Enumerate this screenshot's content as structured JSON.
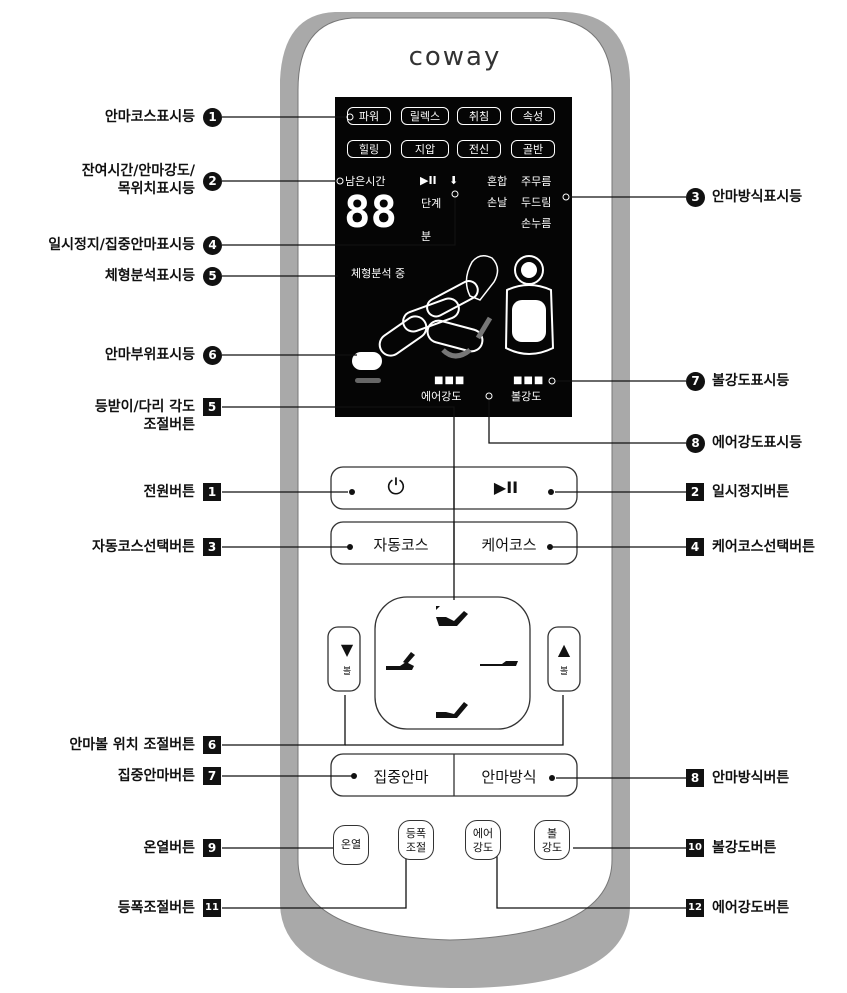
{
  "brand": "coway",
  "lcd": {
    "course_buttons_row1": [
      "파워",
      "릴렉스",
      "취침",
      "속성"
    ],
    "course_buttons_row2": [
      "힐링",
      "지압",
      "전신",
      "골반"
    ],
    "remaining_time_label": "남은시간",
    "pause_symbol": "▶II",
    "concentrate_symbol": "⬇",
    "level_label": "단계",
    "minute_label": "분",
    "digits": "88",
    "method_labels": [
      "혼합",
      "주무름",
      "손날",
      "두드림",
      "손누름"
    ],
    "body_analysis_label": "체형분석 중",
    "air_dots": "■■■",
    "air_label": "에어강도",
    "ball_dots": "■■■",
    "ball_label": "볼강도"
  },
  "callouts_left": [
    {
      "num": "1",
      "label": "안마코스표시등"
    },
    {
      "num": "2",
      "label": "잔여시간/안마강도/\n목위치표시등"
    },
    {
      "num": "4",
      "label": "일시정지/집중안마표시등"
    },
    {
      "num": "5",
      "label": "체형분석표시등"
    },
    {
      "num": "6",
      "label": "안마부위표시등"
    }
  ],
  "callouts_right": [
    {
      "num": "3",
      "label": "안마방식표시등"
    },
    {
      "num": "7",
      "label": "볼강도표시등"
    },
    {
      "num": "8",
      "label": "에어강도표시등"
    }
  ],
  "buttons_left": [
    {
      "num": "1",
      "label": "전원버튼"
    },
    {
      "num": "3",
      "label": "자동코스선택버튼"
    },
    {
      "num": "5",
      "label": "등받이/다리 각도\n조절버튼"
    },
    {
      "num": "6",
      "label": "안마볼 위치 조절버튼"
    },
    {
      "num": "7",
      "label": "집중안마버튼"
    },
    {
      "num": "9",
      "label": "온열버튼"
    },
    {
      "num": "11",
      "label": "등폭조절버튼"
    }
  ],
  "buttons_right": [
    {
      "num": "2",
      "label": "일시정지버튼"
    },
    {
      "num": "4",
      "label": "케어코스선택버튼"
    },
    {
      "num": "8",
      "label": "안마방식버튼"
    },
    {
      "num": "10",
      "label": "볼강도버튼"
    },
    {
      "num": "12",
      "label": "에어강도버튼"
    }
  ],
  "remote": {
    "power_symbol": "⏻",
    "pause_symbol": "▶II",
    "auto_course": "자동코스",
    "care_course": "케어코스",
    "ball_down_arrow": "▼",
    "ball_up_arrow": "▲",
    "ball_label": "볼",
    "focus_massage": "집중안마",
    "massage_method": "안마방식",
    "heat": "온열",
    "width_adjust": "등폭\n조절",
    "air_strength": "에어\n강도",
    "ball_strength": "볼\n강도"
  }
}
